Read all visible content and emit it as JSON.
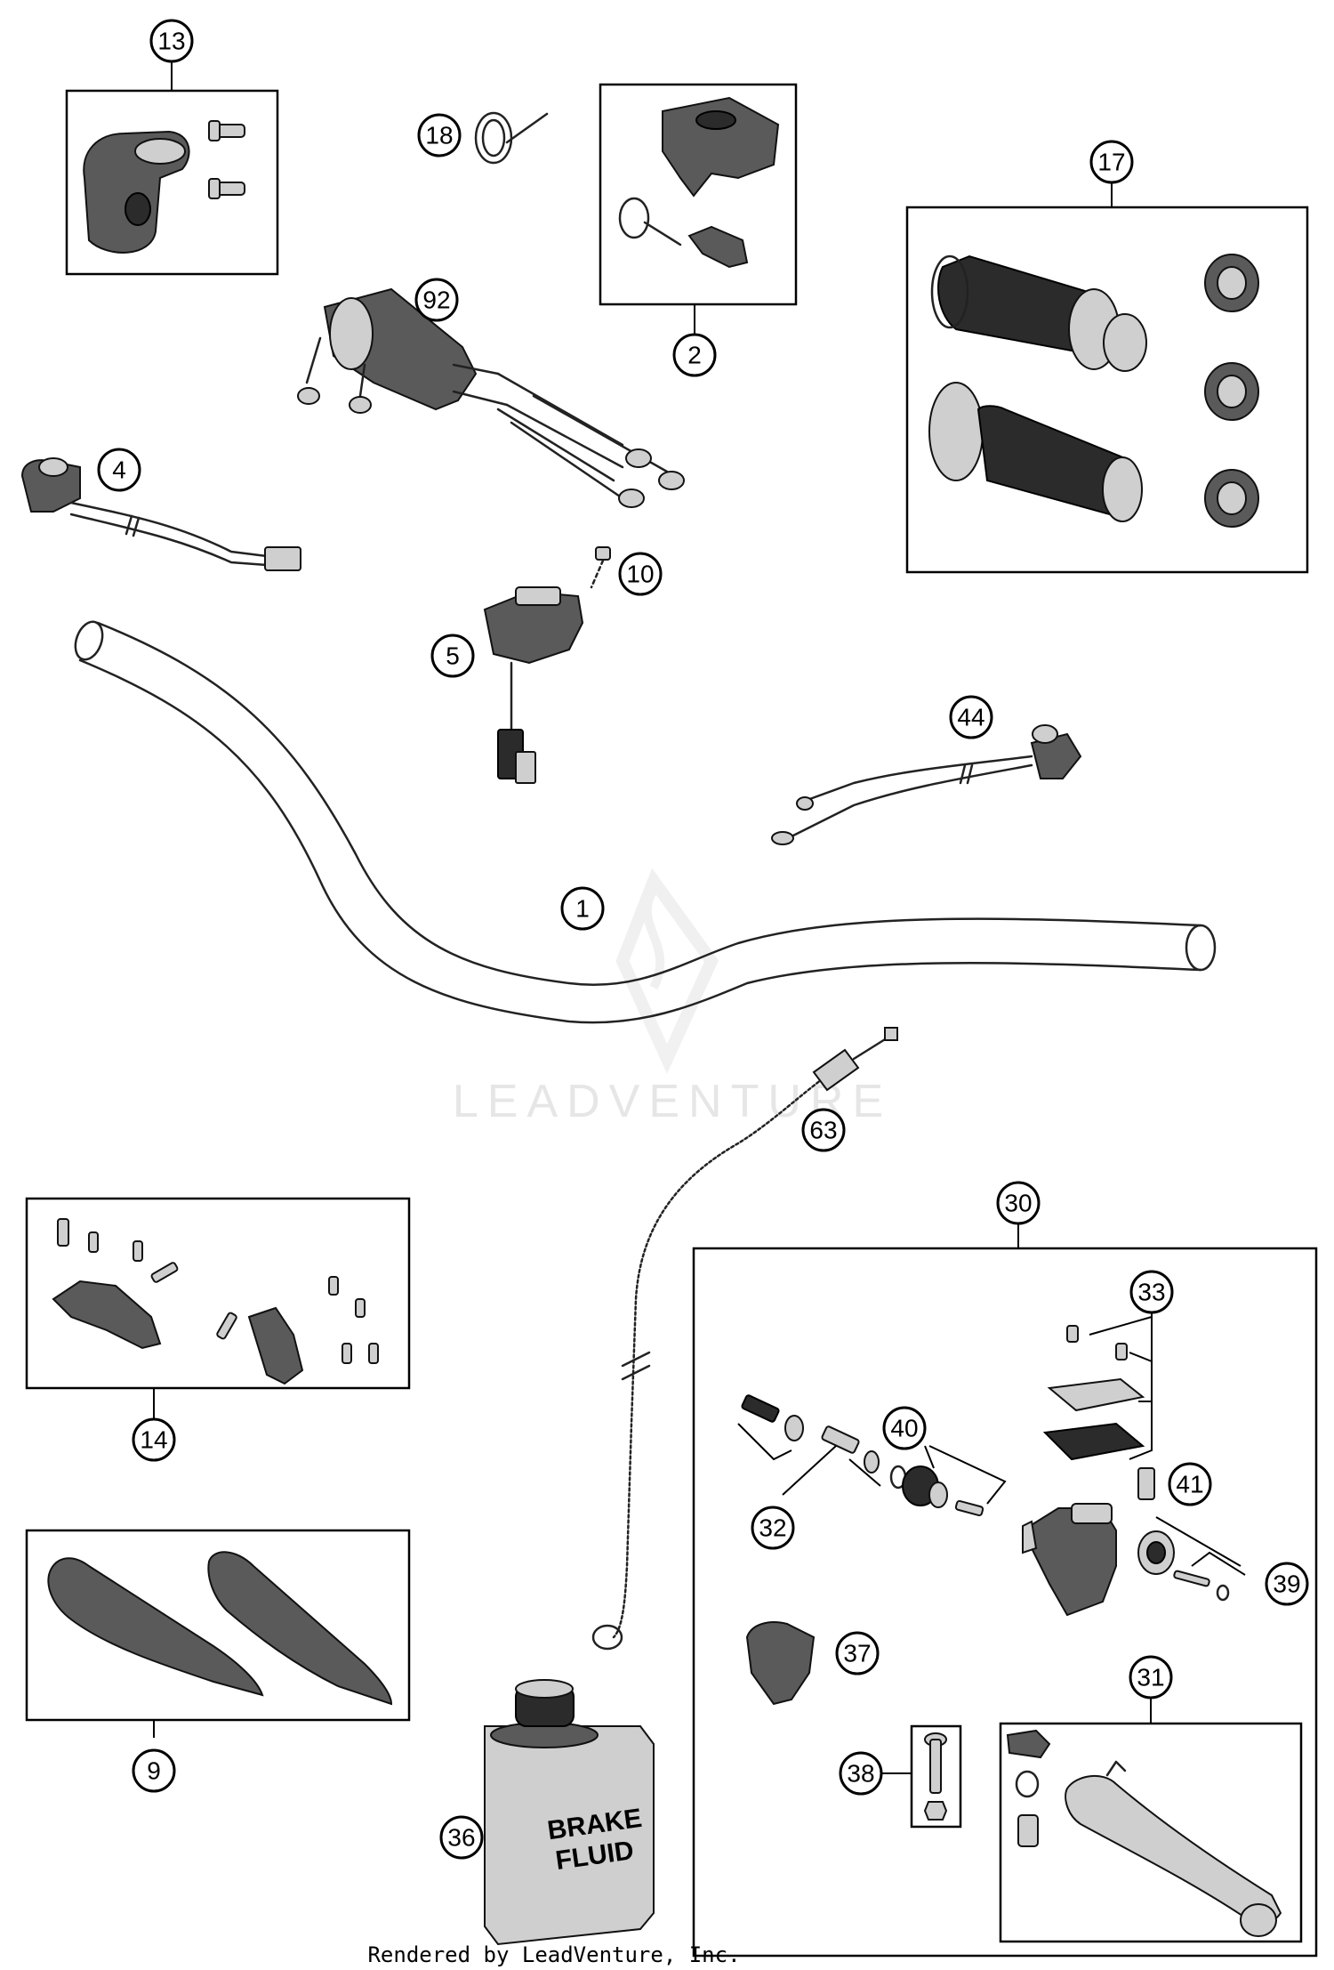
{
  "watermark": "LEADVENTURE",
  "footer": "Rendered by LeadVenture, Inc.",
  "brake_fluid_label": [
    "BRAKE",
    "FLUID"
  ],
  "callouts": [
    "13",
    "18",
    "2",
    "17",
    "92",
    "4",
    "10",
    "5",
    "44",
    "1",
    "63",
    "30",
    "14",
    "33",
    "40",
    "41",
    "32",
    "39",
    "9",
    "37",
    "31",
    "38",
    "36"
  ]
}
